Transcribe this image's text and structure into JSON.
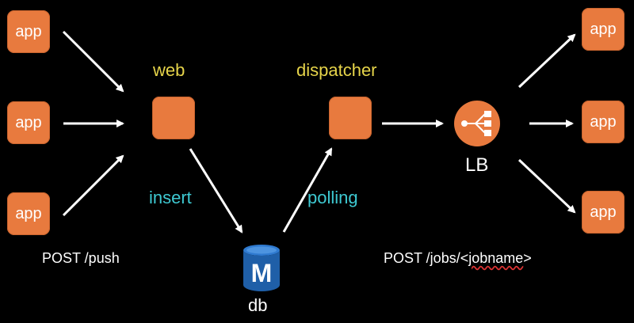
{
  "diagram": {
    "app_label": "app",
    "web_label": "web",
    "dispatcher_label": "dispatcher",
    "insert_label": "insert",
    "polling_label": "polling",
    "lb_label": "LB",
    "db_label": "db",
    "db_icon_letter": "M",
    "post_push_label": "POST /push",
    "post_jobs_prefix": "POST /jobs/<",
    "post_jobs_name": "jobname",
    "post_jobs_suffix": ">"
  },
  "colors": {
    "node_orange": "#e87a3e",
    "label_yellow": "#e6d44a",
    "label_cyan": "#3ec9d2",
    "db_blue": "#1f5fa8",
    "background": "#000000"
  }
}
